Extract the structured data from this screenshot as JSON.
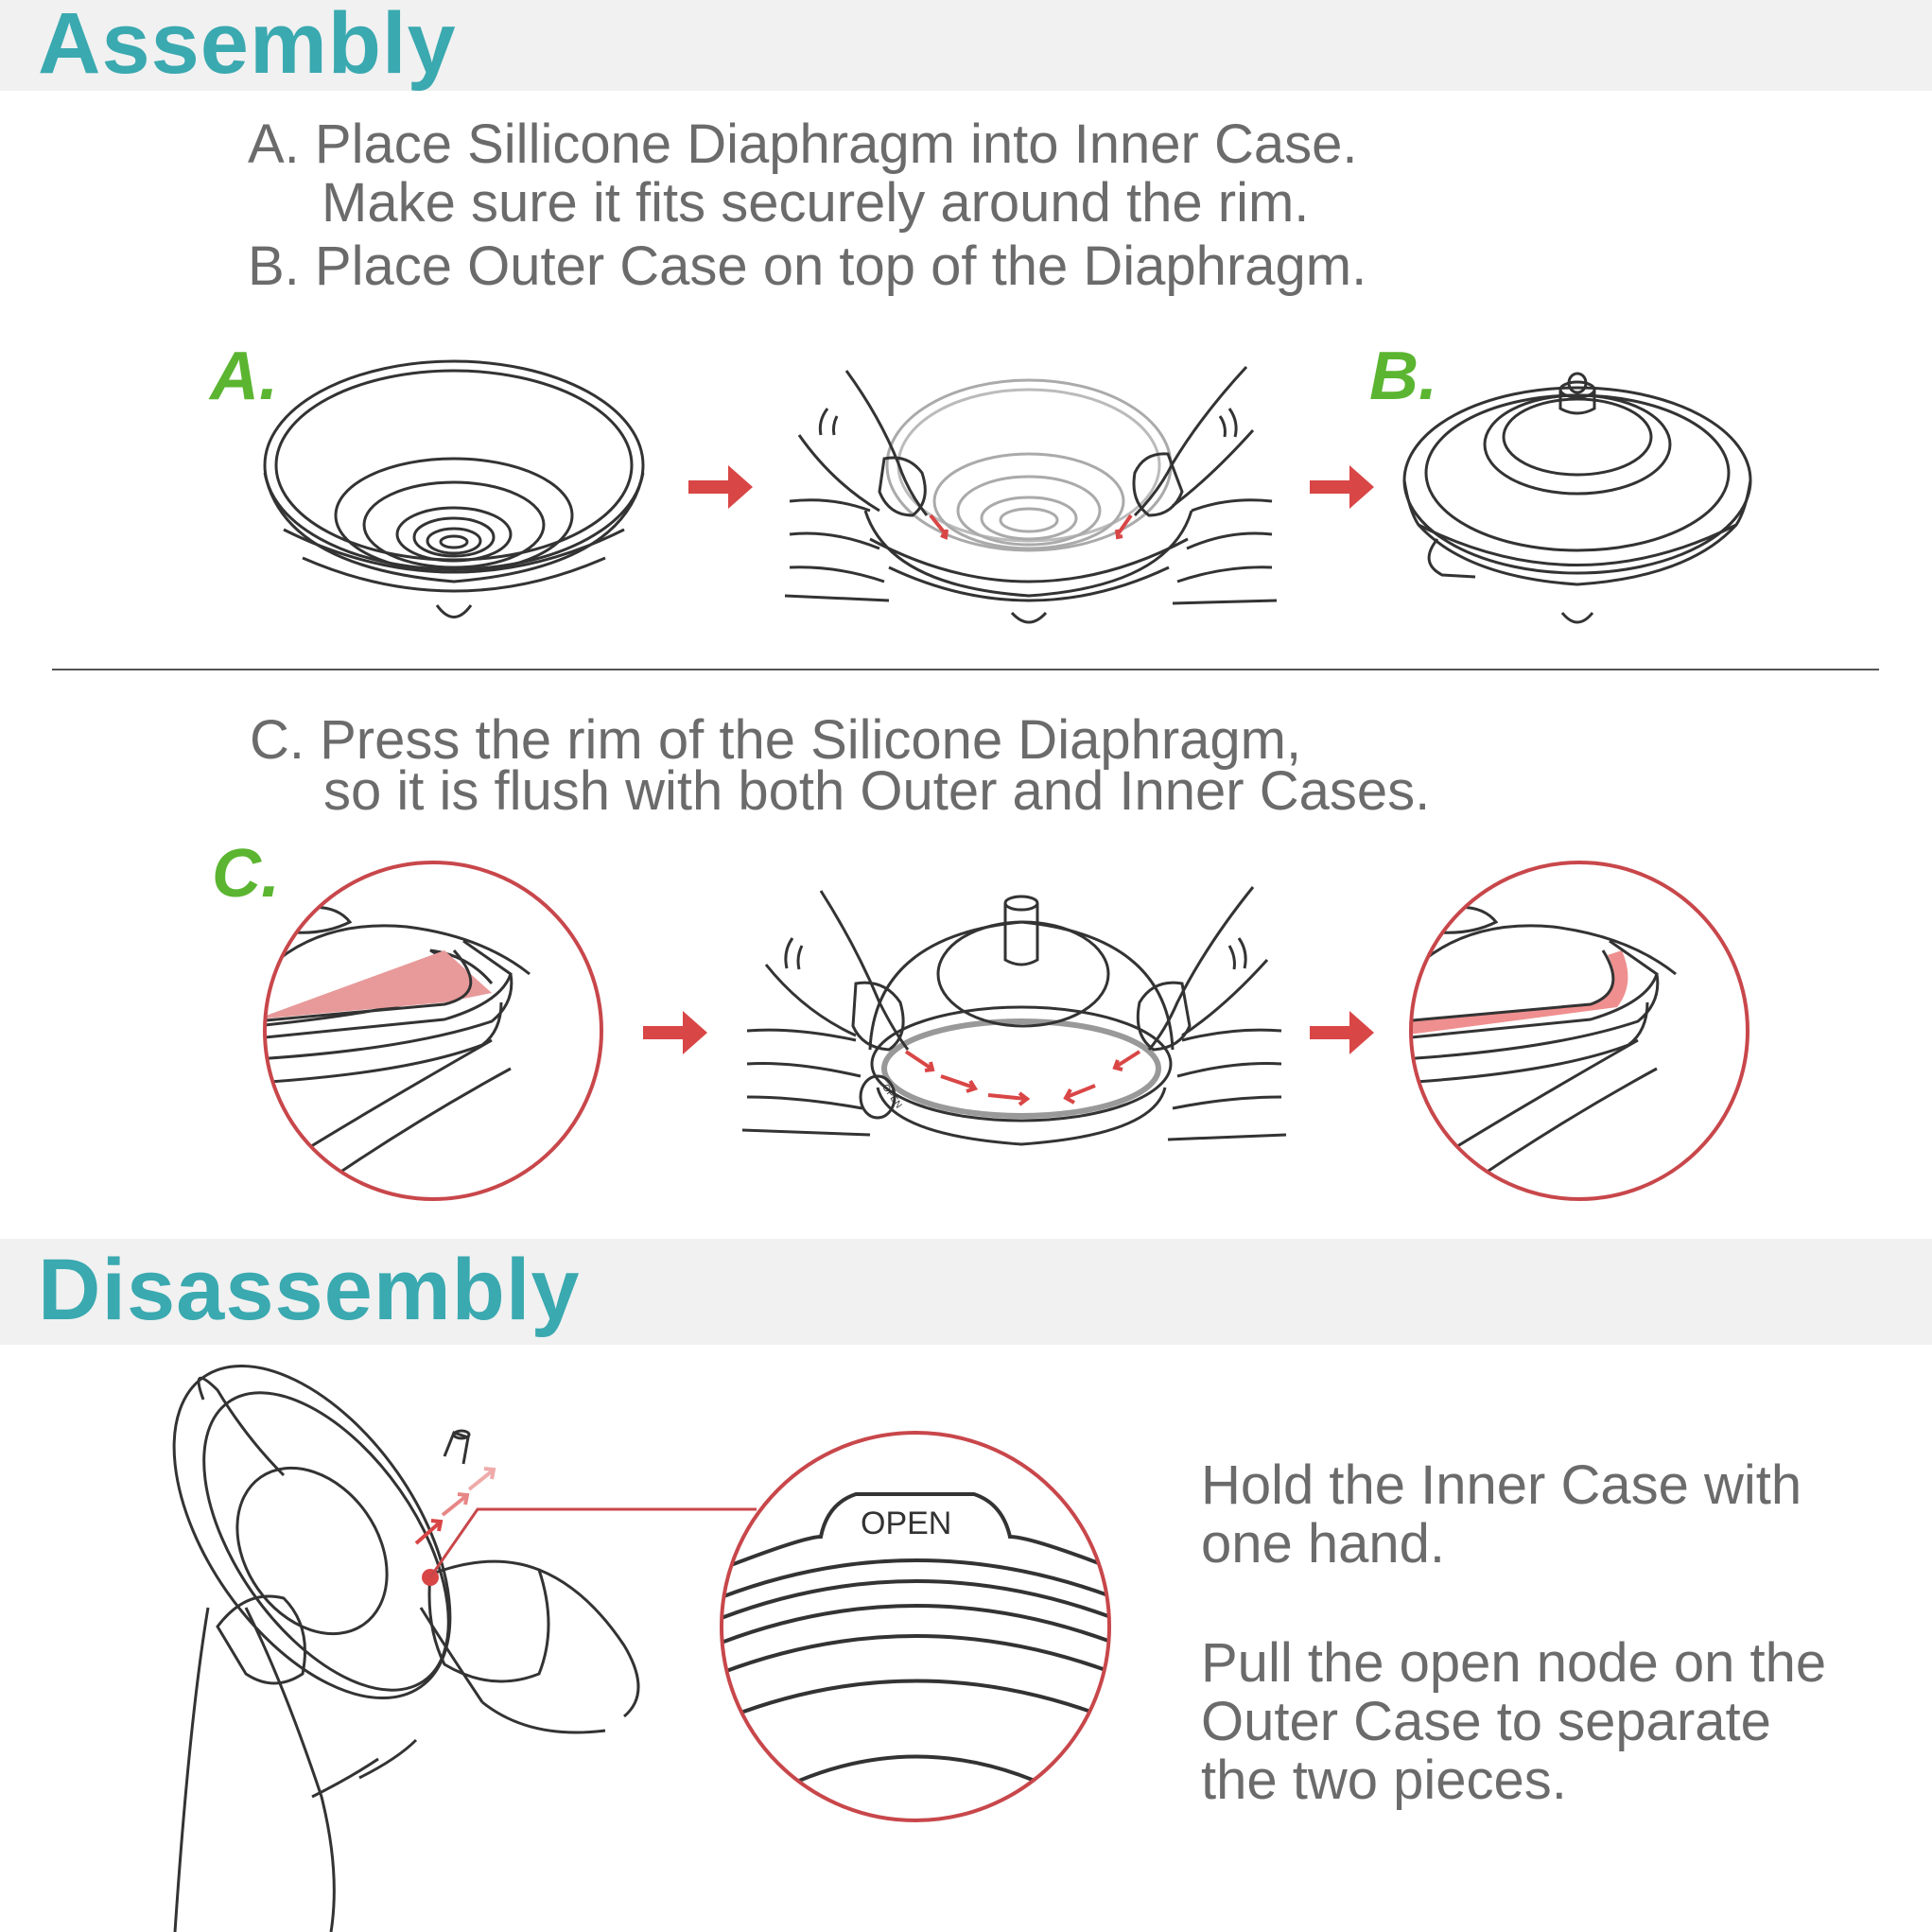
{
  "assembly": {
    "title": "Assembly",
    "instruction_a_line1": "A. Place Sillicone Diaphragm into Inner Case.",
    "instruction_a_line2": "Make sure it fits securely around the rim.",
    "instruction_b": "B. Place Outer Case on top of the Diaphragm.",
    "instruction_c_line1": "C. Press the rim of the Silicone Diaphragm,",
    "instruction_c_line2": "so it is flush with both Outer and Inner Cases.",
    "label_a": "A.",
    "label_b": "B.",
    "label_c": "C."
  },
  "disassembly": {
    "title": "Disassembly",
    "instruction_1_line1": "Hold the Inner Case with",
    "instruction_1_line2": "one hand.",
    "instruction_2_line1": "Pull the open node on the",
    "instruction_2_line2": "Outer Case to separate",
    "instruction_2_line3": "the two pieces.",
    "open_label": "OPEN",
    "open_small": "OPEN"
  },
  "colors": {
    "title": "#3aa9b0",
    "step_label": "#5bb531",
    "arrow": "#d94646",
    "circle": "#c8474b",
    "highlight": "#e89a9a",
    "text": "#6b6b6b",
    "band": "#f1f1f1"
  }
}
